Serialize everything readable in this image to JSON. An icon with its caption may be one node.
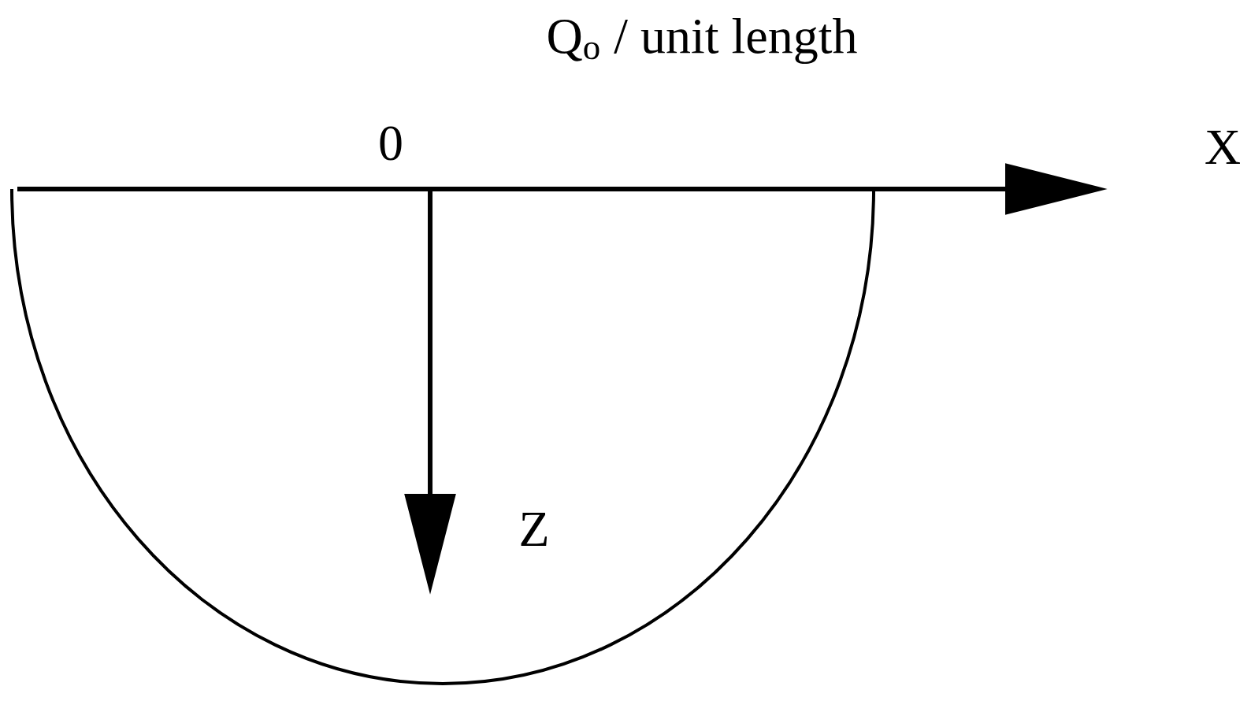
{
  "diagram": {
    "labels": [
      "Q$_{o}$ / unit length",
      "0",
      "X",
      "Z"
    ]
  }
}
